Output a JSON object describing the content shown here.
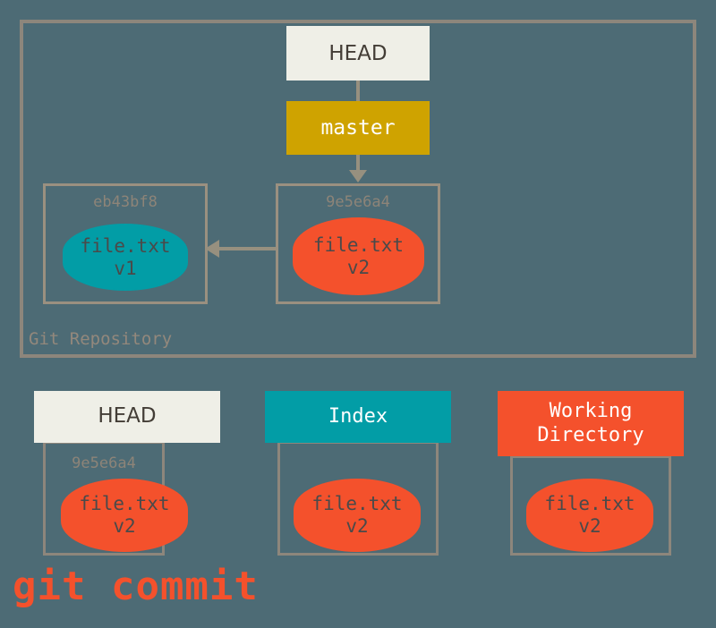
{
  "diagram": {
    "caption": "git commit",
    "repository": {
      "label": "Git Repository",
      "head_pointer": {
        "label": "HEAD"
      },
      "branch": {
        "label": "master"
      },
      "commits": [
        {
          "hash": "eb43bf8",
          "blob": {
            "filename": "file.txt",
            "version": "v1",
            "color": "#029da6"
          }
        },
        {
          "hash": "9e5e6a4",
          "blob": {
            "filename": "file.txt",
            "version": "v2",
            "color": "#f4512c"
          }
        }
      ]
    },
    "panels": [
      {
        "title": "HEAD",
        "title_line2": "",
        "hash": "9e5e6a4",
        "blob": {
          "filename": "file.txt",
          "version": "v2",
          "color": "#f4512c"
        },
        "header_color": "#efefe7"
      },
      {
        "title": "Index",
        "title_line2": "",
        "hash": "",
        "blob": {
          "filename": "file.txt",
          "version": "v2",
          "color": "#f4512c"
        },
        "header_color": "#029da6"
      },
      {
        "title": "Working",
        "title_line2": "Directory",
        "hash": "",
        "blob": {
          "filename": "file.txt",
          "version": "v2",
          "color": "#f4512c"
        },
        "header_color": "#f4512c"
      }
    ]
  },
  "colors": {
    "background": "#4d6b75",
    "border": "#8d867c",
    "branch": "#cfa300",
    "blob_v1": "#029da6",
    "blob_v2": "#f4512c",
    "cream": "#efefe7",
    "connector": "#97907f"
  }
}
